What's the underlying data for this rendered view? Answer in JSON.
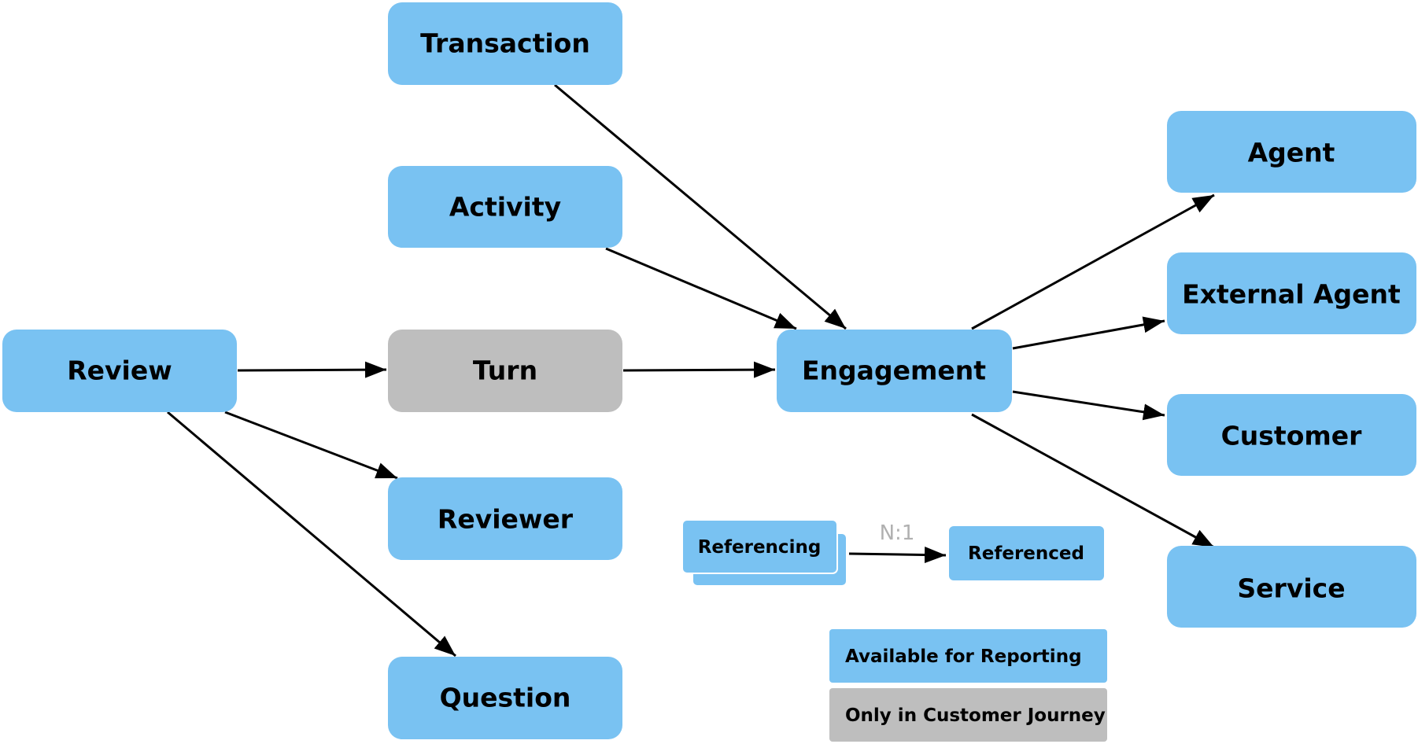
{
  "colors": {
    "reporting": "#79C2F2",
    "journey": "#BEBEBE",
    "edge": "#000000",
    "cardinality_text": "#B0B0B0"
  },
  "nodes": {
    "transaction": "Transaction",
    "activity": "Activity",
    "review": "Review",
    "turn": "Turn",
    "engagement": "Engagement",
    "reviewer": "Reviewer",
    "question": "Question",
    "agent": "Agent",
    "external_agent": "External Agent",
    "customer": "Customer",
    "service": "Service"
  },
  "node_types": {
    "transaction": "reporting",
    "activity": "reporting",
    "review": "reporting",
    "turn": "journey",
    "engagement": "reporting",
    "reviewer": "reporting",
    "question": "reporting",
    "agent": "reporting",
    "external_agent": "reporting",
    "customer": "reporting",
    "service": "reporting"
  },
  "edges": [
    {
      "from": "transaction",
      "to": "engagement"
    },
    {
      "from": "activity",
      "to": "engagement"
    },
    {
      "from": "review",
      "to": "turn"
    },
    {
      "from": "turn",
      "to": "engagement"
    },
    {
      "from": "review",
      "to": "reviewer"
    },
    {
      "from": "review",
      "to": "question"
    },
    {
      "from": "engagement",
      "to": "agent"
    },
    {
      "from": "engagement",
      "to": "external_agent"
    },
    {
      "from": "engagement",
      "to": "customer"
    },
    {
      "from": "engagement",
      "to": "service"
    }
  ],
  "legend": {
    "referencing": "Referencing",
    "referenced": "Referenced",
    "cardinality": "N:1",
    "available_for_reporting": "Available for Reporting",
    "only_in_customer_journey": "Only in Customer Journey"
  }
}
